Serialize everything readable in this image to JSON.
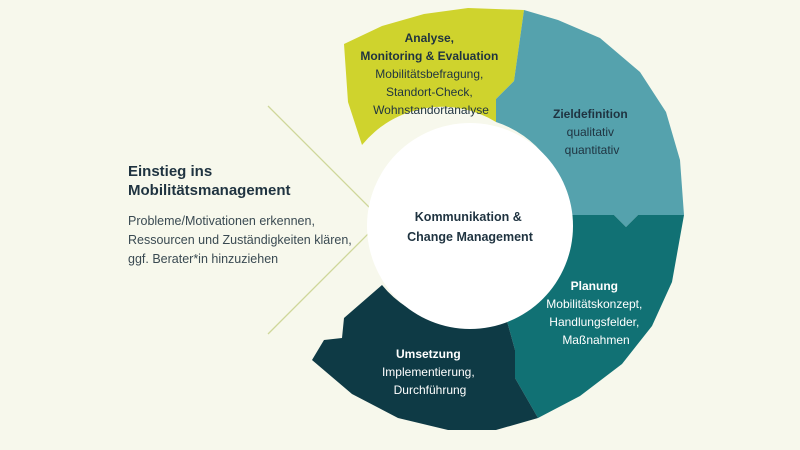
{
  "colors": {
    "background": "#f7f8ec",
    "analyse": "#cfd32d",
    "zieldefinition": "#55a2ad",
    "planung": "#117174",
    "umsetzung": "#0e3a45",
    "center": "#ffffff",
    "chevron": "#cfd79a",
    "text_dark": "#1f3340",
    "text_light": "#ffffff"
  },
  "entry": {
    "title_lines": [
      "Einstieg ins",
      "Mobilitätsmanagement"
    ],
    "lines": [
      "Probleme/Motivationen erkennen,",
      "Ressourcen und Zuständigkeiten klären,",
      "ggf. Berater*in hinzuziehen"
    ]
  },
  "center": {
    "lines": [
      "Kommunikation &",
      "Change Management"
    ]
  },
  "segments": {
    "analyse": {
      "title_lines": [
        "Analyse,",
        "Monitoring & Evaluation"
      ],
      "lines": [
        "Mobilitätsbefragung,",
        "Standort-Check,",
        "Wohnstandortanalyse"
      ]
    },
    "zieldefinition": {
      "title_lines": [
        "Zieldefinition"
      ],
      "lines": [
        "qualitativ",
        "quantitativ"
      ]
    },
    "planung": {
      "title_lines": [
        "Planung"
      ],
      "lines": [
        "Mobilitätskonzept,",
        "Handlungsfelder,",
        "Maßnahmen"
      ]
    },
    "umsetzung": {
      "title_lines": [
        "Umsetzung"
      ],
      "lines": [
        "Implementierung,",
        "Durchführung"
      ]
    }
  }
}
